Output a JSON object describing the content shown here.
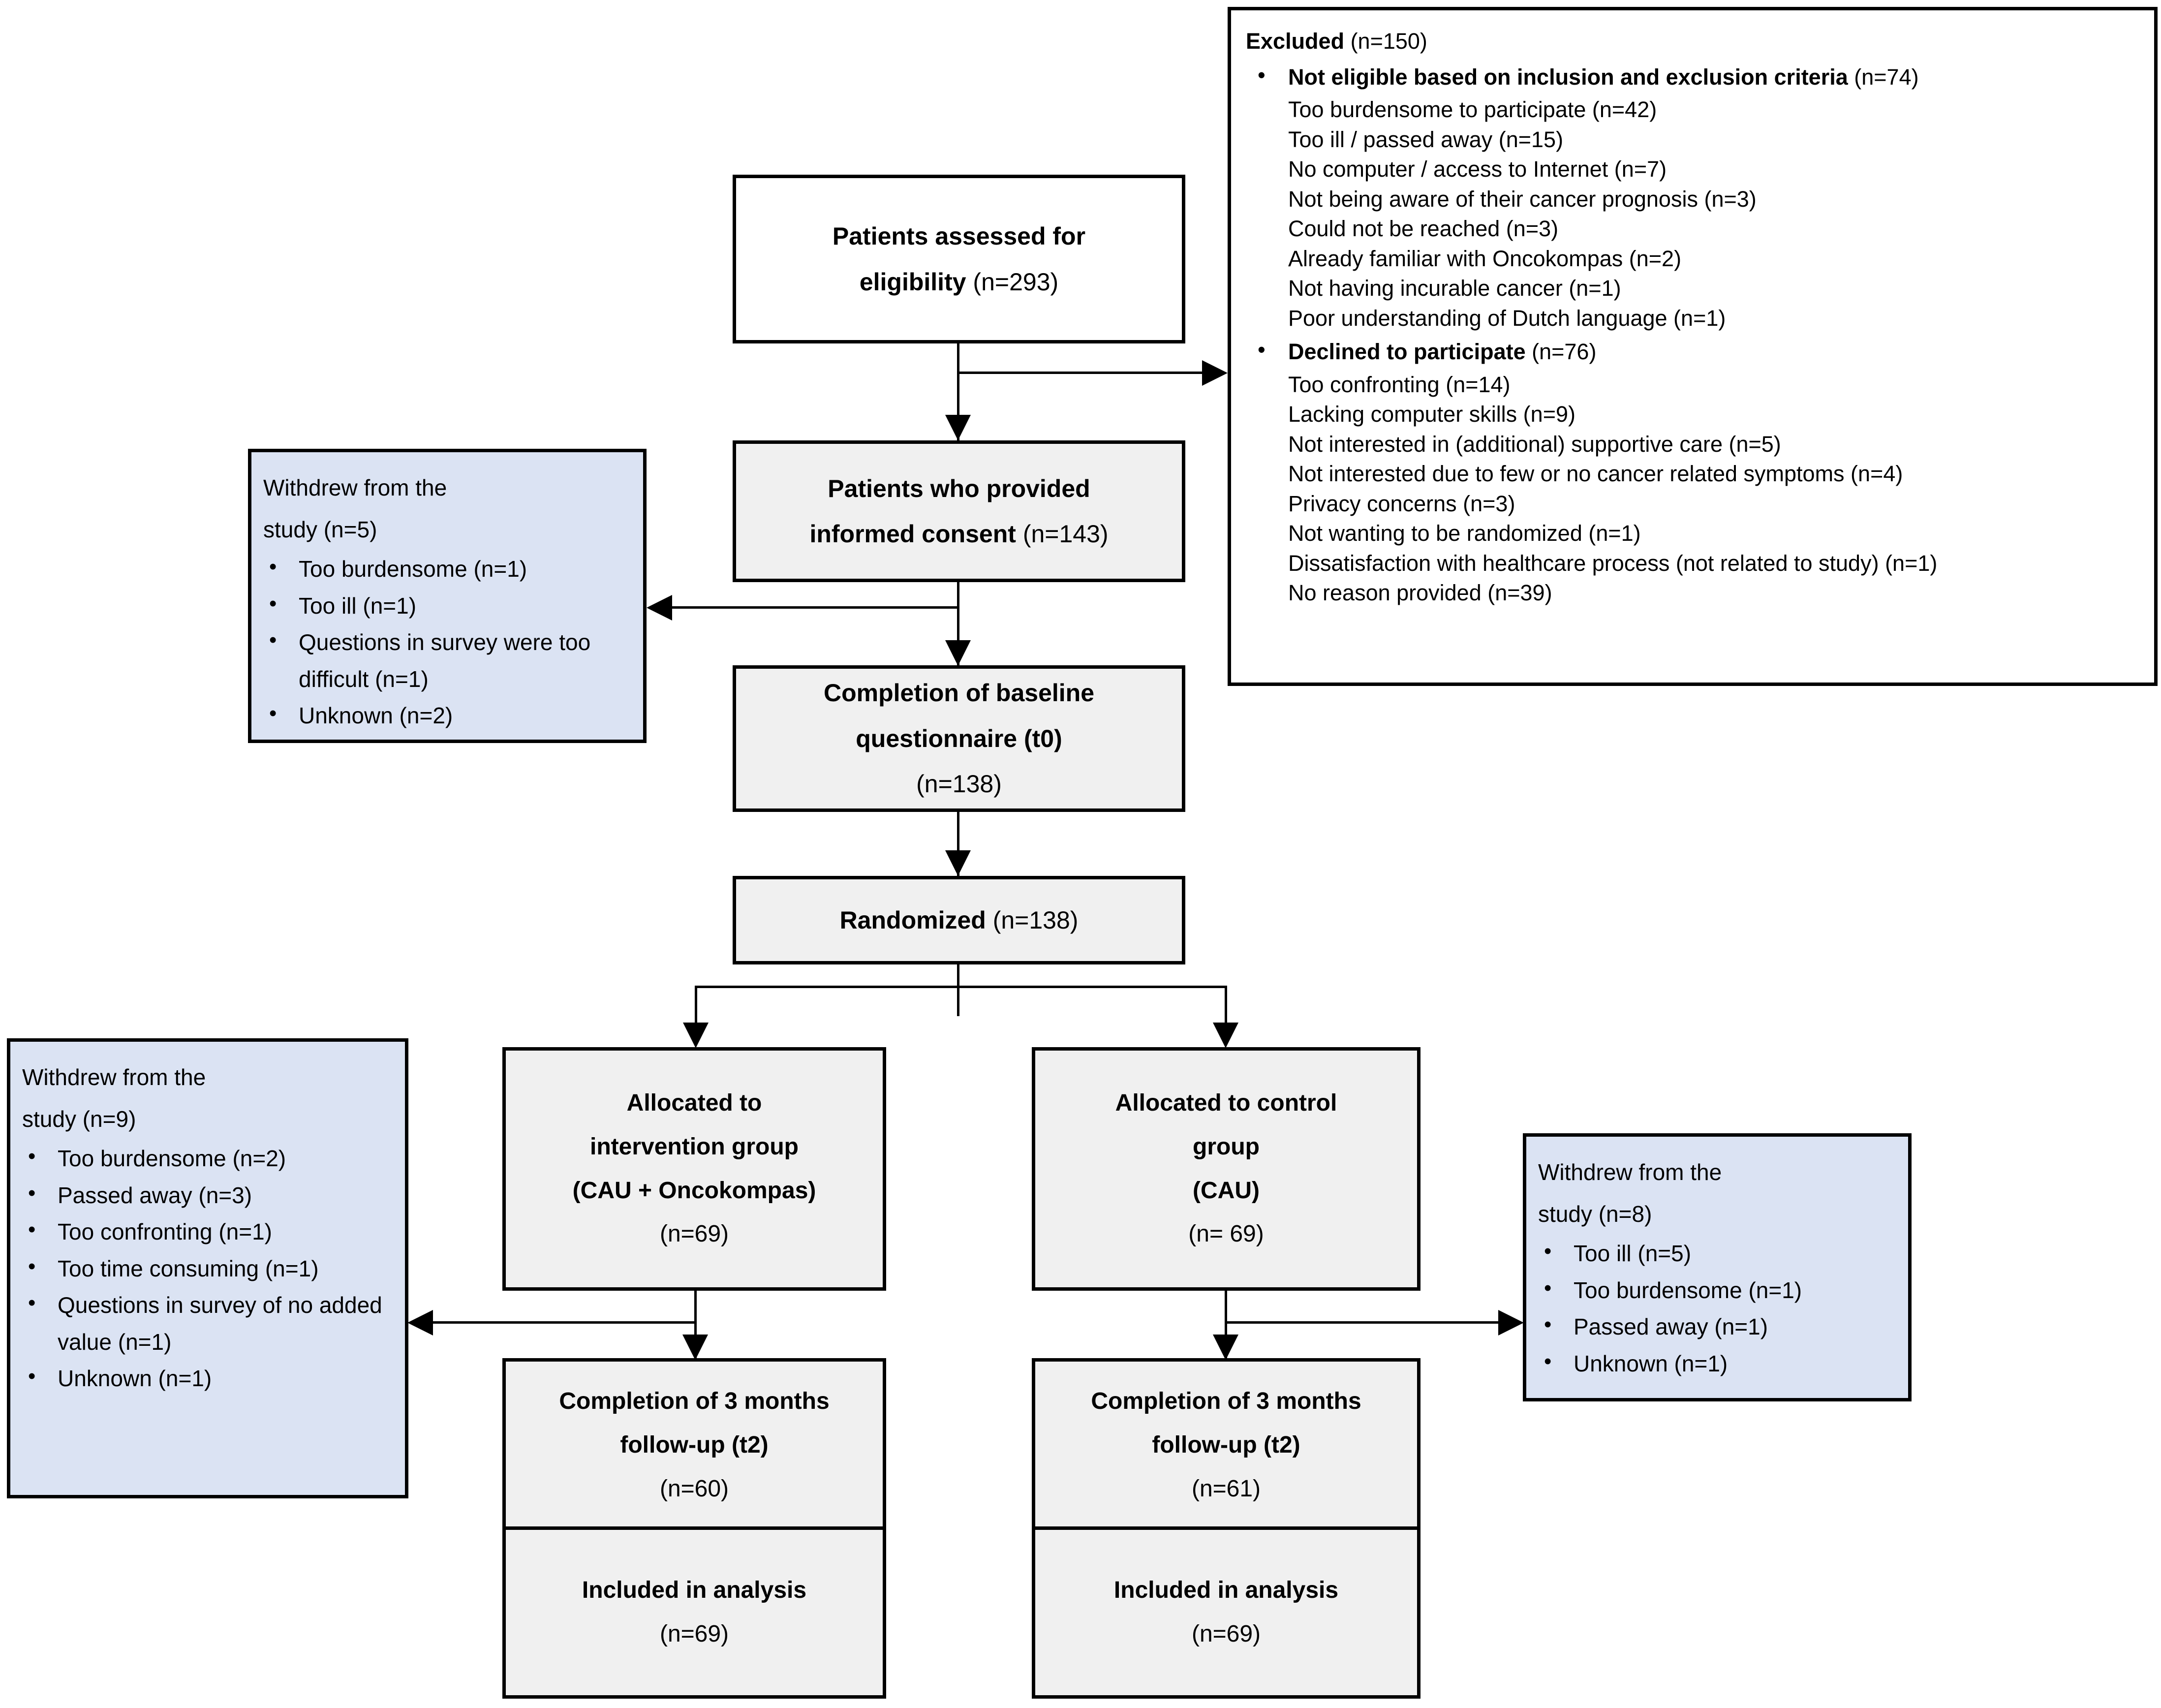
{
  "diagram": {
    "type": "consort-flow-diagram",
    "colors": {
      "box_fill_gray": "#f0f0f0",
      "box_fill_white": "#ffffff",
      "box_fill_blue": "#dbe3f3",
      "border": "#000000",
      "text": "#000000"
    }
  },
  "nodes": {
    "assessed": {
      "line1_bold": "Patients assessed for",
      "line2_bold": "eligibility",
      "line2_plain": " (n=293)"
    },
    "consent": {
      "line1_bold": "Patients who provided",
      "line2_bold": "informed consent",
      "line2_plain": " (n=143)"
    },
    "baseline": {
      "line1_bold": "Completion of baseline",
      "line2_bold": "questionnaire (t0)",
      "line3_plain": "(n=138)"
    },
    "randomized": {
      "line1_bold": "Randomized",
      "line1_plain": " (n=138)"
    },
    "allocated_intervention": {
      "line1_bold": "Allocated to",
      "line2_bold": "intervention group",
      "line3_bold": "(CAU + Oncokompas)",
      "line4_plain": "(n=69)"
    },
    "allocated_control": {
      "line1_bold": "Allocated to control",
      "line2_bold": "group",
      "line3_bold": "(CAU)",
      "line4_plain": "(n= 69)"
    },
    "followup_intervention": {
      "line1_bold": "Completion of 3 months",
      "line2_bold": "follow-up (t2)",
      "line3_plain": "(n=60)"
    },
    "followup_control": {
      "line1_bold": "Completion of 3 months",
      "line2_bold": "follow-up (t2)",
      "line3_plain": "(n=61)"
    },
    "analysis_intervention": {
      "line1_bold": "Included in analysis",
      "line2_plain": "(n=69)"
    },
    "analysis_control": {
      "line1_bold": "Included in analysis",
      "line2_plain": "(n=69)"
    }
  },
  "excluded": {
    "title_bold": "Excluded",
    "title_plain": " (n=150)",
    "groups": [
      {
        "label_bold": "Not eligible based on inclusion and exclusion criteria",
        "label_plain": " (n=74)",
        "reasons": [
          "Too burdensome to participate (n=42)",
          "Too ill / passed away (n=15)",
          "No computer / access to Internet (n=7)",
          "Not being aware of their cancer prognosis (n=3)",
          "Could not be reached (n=3)",
          "Already familiar with Oncokompas (n=2)",
          "Not having incurable cancer (n=1)",
          "Poor understanding of Dutch language (n=1)"
        ]
      },
      {
        "label_bold": "Declined to participate",
        "label_plain": " (n=76)",
        "reasons": [
          "Too confronting (n=14)",
          "Lacking computer skills (n=9)",
          "Not interested in (additional) supportive care (n=5)",
          "Not interested due to few or no cancer related symptoms (n=4)",
          "Privacy concerns (n=3)",
          "Not wanting to be randomized (n=1)",
          "Dissatisfaction with healthcare process (not related to study) (n=1)",
          "No reason provided (n=39)"
        ]
      }
    ]
  },
  "withdrawals": {
    "baseline": {
      "head_line1": "Withdrew from the",
      "head_line2": "study (n=5)",
      "reasons": [
        "Too burdensome (n=1)",
        "Too ill (n=1)",
        "Questions in survey were too difficult (n=1)",
        "Unknown (n=2)"
      ]
    },
    "intervention": {
      "head_line1": "Withdrew from the",
      "head_line2": "study (n=9)",
      "reasons": [
        "Too burdensome (n=2)",
        "Passed away (n=3)",
        "Too confronting (n=1)",
        "Too time consuming (n=1)",
        "Questions in survey of no added value (n=1)",
        "Unknown (n=1)"
      ]
    },
    "control": {
      "head_line1": "Withdrew from the",
      "head_line2": "study (n=8)",
      "reasons": [
        "Too ill (n=5)",
        "Too burdensome (n=1)",
        "Passed away (n=1)",
        "Unknown (n=1)"
      ]
    }
  }
}
